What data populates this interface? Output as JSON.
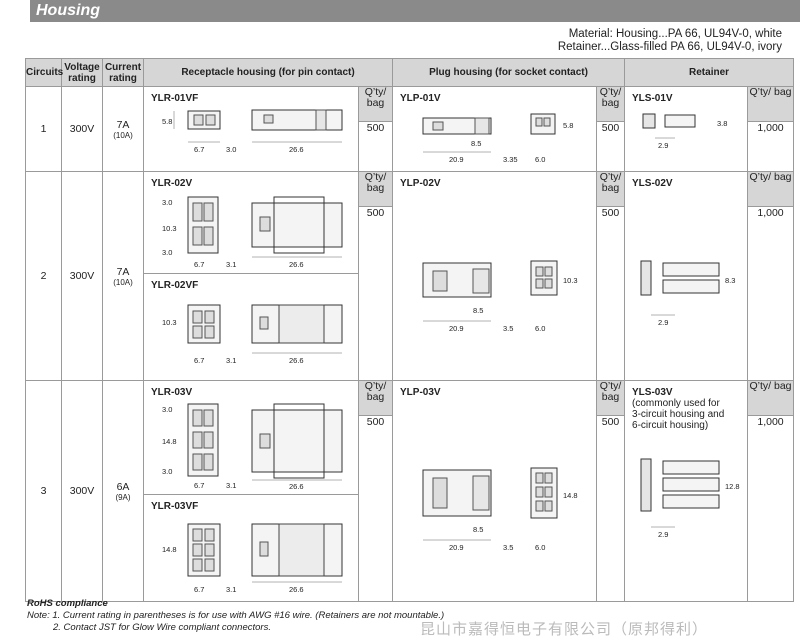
{
  "section_title": "Housing",
  "material": {
    "line1": "Material: Housing...PA 66, UL94V-0, white",
    "line2": "Retainer...Glass-filled PA 66, UL94V-0, ivory"
  },
  "headers": {
    "circuits": "Circuits",
    "voltage": "Voltage rating",
    "current": "Current rating",
    "receptacle": "Receptacle housing (for pin contact)",
    "plug": "Plug housing (for socket contact)",
    "retainer": "Retainer",
    "qty": "Q’ty/ bag"
  },
  "rows": [
    {
      "circuits": "1",
      "voltage": "300V",
      "current": "7A",
      "current_sub": "(10A)",
      "receptacles": [
        {
          "part": "YLR-01VF",
          "qty": "500",
          "dims": [
            "5.8",
            "6.7",
            "3.0",
            "26.6"
          ]
        }
      ],
      "plug": {
        "part": "YLP-01V",
        "qty": "500",
        "dims": [
          "8.5",
          "5.8",
          "20.9",
          "3.35",
          "6.0"
        ]
      },
      "retainer": {
        "part": "YLS-01V",
        "qty": "1,000",
        "dims": [
          "3.8",
          "2.9"
        ]
      }
    },
    {
      "circuits": "2",
      "voltage": "300V",
      "current": "7A",
      "current_sub": "(10A)",
      "receptacles": [
        {
          "part": "YLR-02V",
          "qty": "500",
          "dims": [
            "3.0",
            "10.3",
            "3.0",
            "6.7",
            "3.1",
            "26.6"
          ]
        },
        {
          "part": "YLR-02VF",
          "dims": [
            "10.3",
            "6.7",
            "3.1",
            "26.6"
          ]
        }
      ],
      "plug": {
        "part": "YLP-02V",
        "qty": "500",
        "dims": [
          "10.3",
          "8.5",
          "20.9",
          "3.5",
          "6.0"
        ]
      },
      "retainer": {
        "part": "YLS-02V",
        "qty": "1,000",
        "dims": [
          "8.3",
          "2.9"
        ]
      }
    },
    {
      "circuits": "3",
      "voltage": "300V",
      "current": "6A",
      "current_sub": "(9A)",
      "receptacles": [
        {
          "part": "YLR-03V",
          "qty": "500",
          "dims": [
            "3.0",
            "14.8",
            "3.0",
            "6.7",
            "3.1",
            "26.6"
          ]
        },
        {
          "part": "YLR-03VF",
          "dims": [
            "14.8",
            "6.7",
            "3.1",
            "26.6"
          ]
        }
      ],
      "plug": {
        "part": "YLP-03V",
        "qty": "500",
        "dims": [
          "14.8",
          "8.5",
          "20.9",
          "3.5",
          "6.0"
        ]
      },
      "retainer": {
        "part": "YLS-03V",
        "note1": "(commonly used for",
        "note2": "3-circuit housing and",
        "note3": "6-circuit housing)",
        "qty": "1,000",
        "dims": [
          "12.8",
          "2.9"
        ]
      }
    }
  ],
  "footer": {
    "rohs": "RoHS compliance",
    "note1": "Note: 1. Current rating in parentheses is for use with AWG #16 wire. (Retainers are not mountable.)",
    "note2": "2. Contact JST for Glow Wire compliant connectors."
  },
  "watermark": "昆山市嘉得恒电子有限公司（原邦得利）"
}
